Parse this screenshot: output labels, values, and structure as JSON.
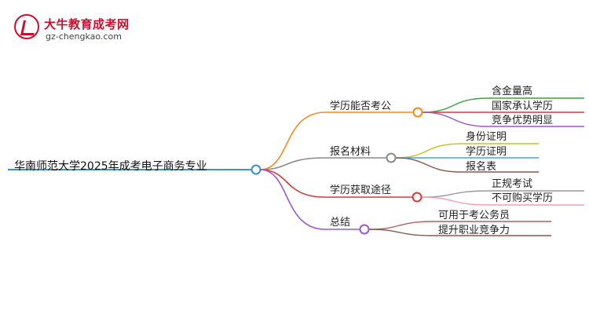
{
  "logo": {
    "title": "大牛教育成考网",
    "url": "gz-chengkao.com"
  },
  "root": {
    "label": "华南师范大学2025年成考电子商务专业"
  },
  "branches": [
    {
      "label": "学历能否考公",
      "color": "#f08c1a",
      "children": [
        {
          "label": "含金量高",
          "color": "#3aa33a"
        },
        {
          "label": "国家承认学历",
          "color": "#d43a3a"
        },
        {
          "label": "竞争优势明显",
          "color": "#9b59c9"
        }
      ]
    },
    {
      "label": "报名材料",
      "color": "#8a8a8a",
      "children": [
        {
          "label": "身份证明",
          "color": "#c8c020"
        },
        {
          "label": "学历证明",
          "color": "#3aa8d8"
        },
        {
          "label": "报名表",
          "color": "#8a5a4a"
        }
      ]
    },
    {
      "label": "学历获取途径",
      "color": "#d43a3a",
      "children": [
        {
          "label": "正规考试",
          "color": "#9a9a9a"
        },
        {
          "label": "不可购买学历",
          "color": "#f0a0b0"
        }
      ]
    },
    {
      "label": "总结",
      "color": "#9b59c9",
      "children": [
        {
          "label": "可用于考公务员",
          "color": "#b06060"
        },
        {
          "label": "提升职业竞争力",
          "color": "#8a5a4a"
        }
      ]
    }
  ],
  "root_color": "#3a8fd8"
}
